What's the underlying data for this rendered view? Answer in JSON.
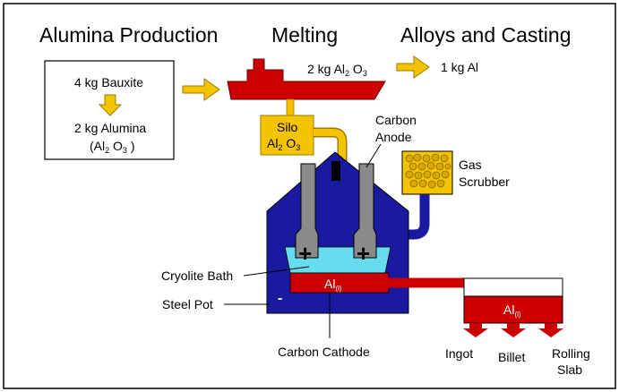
{
  "headings": {
    "alumina_production": "Alumina Production",
    "melting": "Melting",
    "alloys_casting": "Alloys and Casting"
  },
  "bauxite_box": {
    "bauxite": "4 kg Bauxite",
    "alumina": "2 kg Alumina",
    "alumina_formula_prefix": "(Al",
    "alumina_formula_sub2": "2",
    "alumina_formula_o": " O",
    "alumina_formula_sub3": "3",
    "alumina_formula_suffix": " )"
  },
  "ship_label": {
    "prefix": "2 kg Al",
    "sub2": "2",
    "o": " O",
    "sub3": "3"
  },
  "output_al": "1 kg Al",
  "silo": {
    "line1": "Silo",
    "line2_prefix": "Al",
    "line2_sub2": "2",
    "line2_o": " O",
    "line2_sub3": "3"
  },
  "labels": {
    "carbon_anode_1": "Carbon",
    "carbon_anode_2": "Anode",
    "gas_scrubber_1": "Gas",
    "gas_scrubber_2": "Scrubber",
    "cryolite_bath": "Cryolite Bath",
    "steel_pot": "Steel Pot",
    "carbon_cathode": "Carbon Cathode",
    "ingot": "Ingot",
    "billet": "Billet",
    "rolling_1": "Rolling",
    "rolling_2": "Slab"
  },
  "al_liquid": {
    "symbol": "Al",
    "state": "(l)"
  },
  "signs": {
    "plus": "+",
    "minus": "-"
  },
  "colors": {
    "red": "#cc0000",
    "navy": "#1a1aa0",
    "gold": "#f5c400",
    "cyan": "#66ddee",
    "gray": "#8a8a8a",
    "arrow": "#f5c400"
  }
}
